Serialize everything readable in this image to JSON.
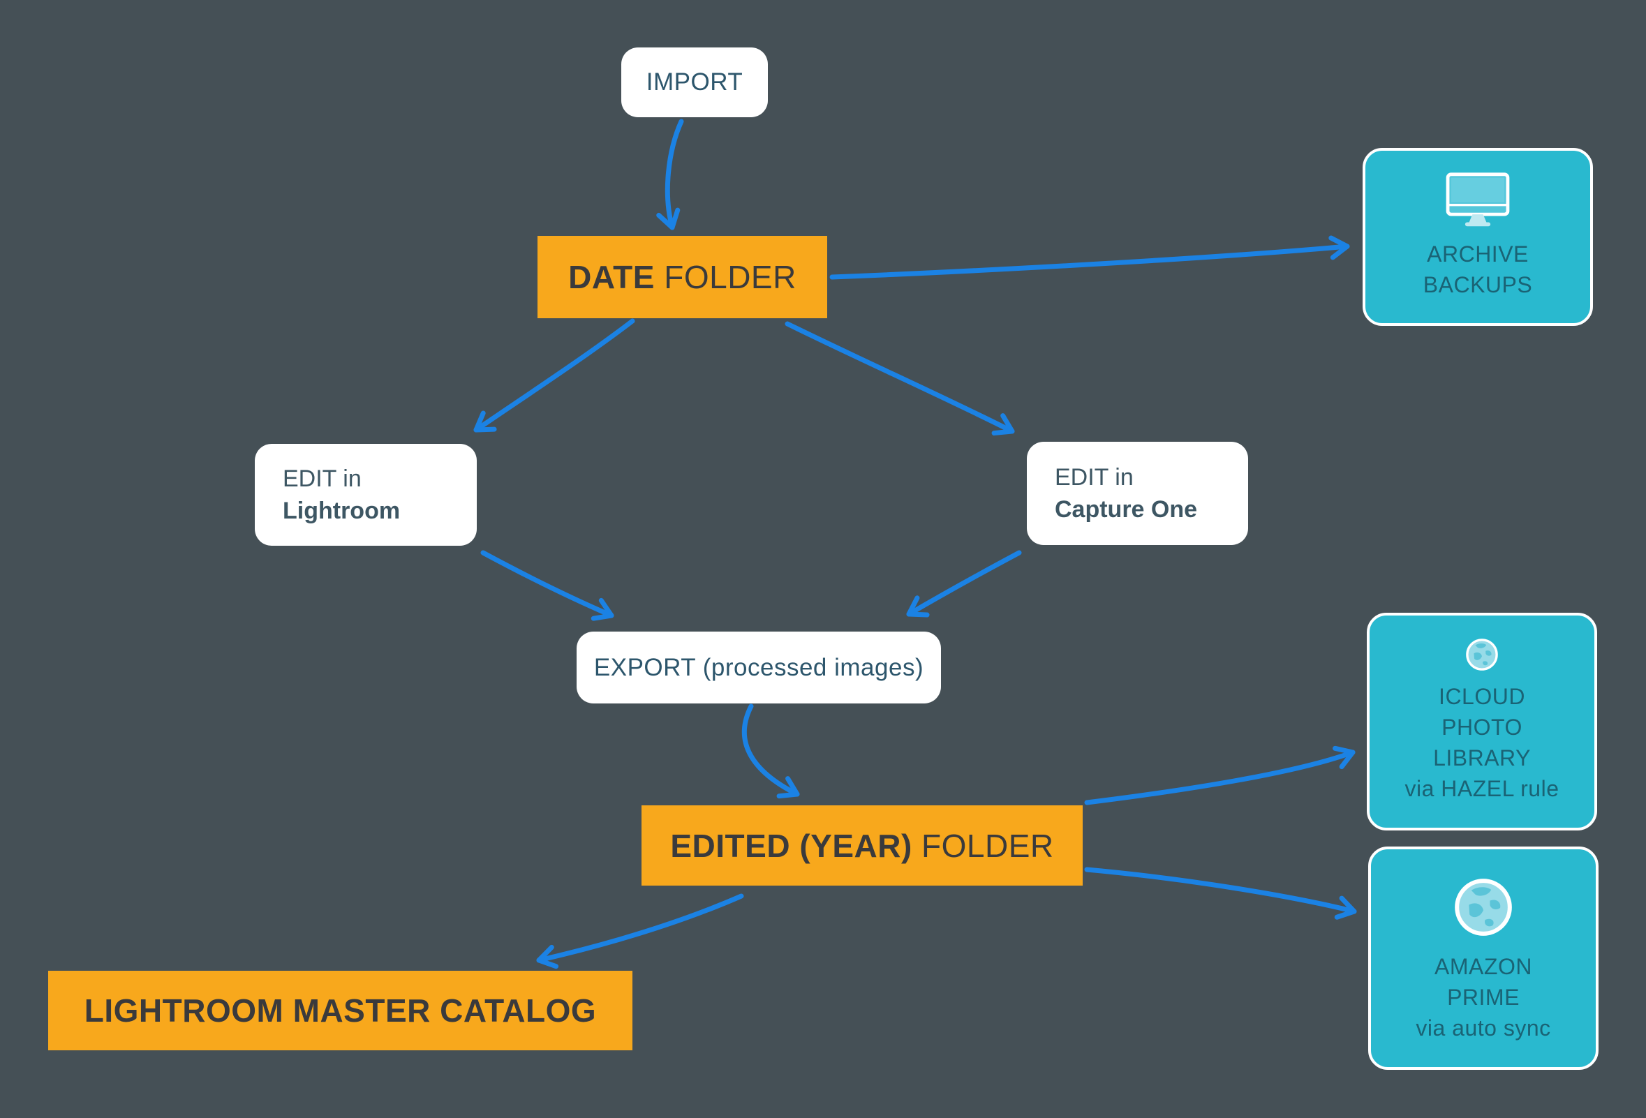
{
  "diagram": {
    "title": "photo workflow diagram",
    "colors": {
      "background": "#455056",
      "accent_orange": "#F8A81C",
      "accent_cyan": "#29B9CF",
      "arrow_blue": "#1B82E4",
      "white_box_text": "#2D566C",
      "edit_box_text": "#3D5663",
      "orange_box_text": "#3A3A3C",
      "cyan_box_text": "#1A6375"
    },
    "nodes": {
      "import": {
        "label": "IMPORT"
      },
      "date_folder": {
        "label_bold": "DATE",
        "label_rest": " FOLDER"
      },
      "archive_backups": {
        "icon": "monitor-icon",
        "lines": [
          "ARCHIVE",
          "BACKUPS"
        ]
      },
      "edit_lightroom": {
        "line1": "EDIT in",
        "line2": "Lightroom"
      },
      "edit_capture_one": {
        "line1": "EDIT in",
        "line2": "Capture One"
      },
      "export": {
        "label": "EXPORT (processed images)"
      },
      "edited_year_folder": {
        "label_bold": "EDITED (YEAR)",
        "label_rest": " FOLDER"
      },
      "lightroom_master_catalog": {
        "label": "LIGHTROOM MASTER CATALOG"
      },
      "icloud_photo_library": {
        "icon": "globe-icon",
        "lines": [
          "ICLOUD",
          "PHOTO",
          "LIBRARY",
          "via HAZEL rule"
        ]
      },
      "amazon_prime": {
        "icon": "globe-icon",
        "lines": [
          "AMAZON",
          "PRIME",
          "via auto sync"
        ]
      }
    },
    "edges": [
      {
        "from": "import",
        "to": "date-folder"
      },
      {
        "from": "date-folder",
        "to": "archive-backups"
      },
      {
        "from": "date-folder",
        "to": "edit-lightroom"
      },
      {
        "from": "date-folder",
        "to": "edit-capture-one"
      },
      {
        "from": "edit-lightroom",
        "to": "export"
      },
      {
        "from": "edit-capture-one",
        "to": "export"
      },
      {
        "from": "export",
        "to": "edited-year-folder"
      },
      {
        "from": "edited-year-folder",
        "to": "lightroom-master-catalog"
      },
      {
        "from": "edited-year-folder",
        "to": "icloud-photo-library"
      },
      {
        "from": "edited-year-folder",
        "to": "amazon-prime"
      }
    ]
  }
}
